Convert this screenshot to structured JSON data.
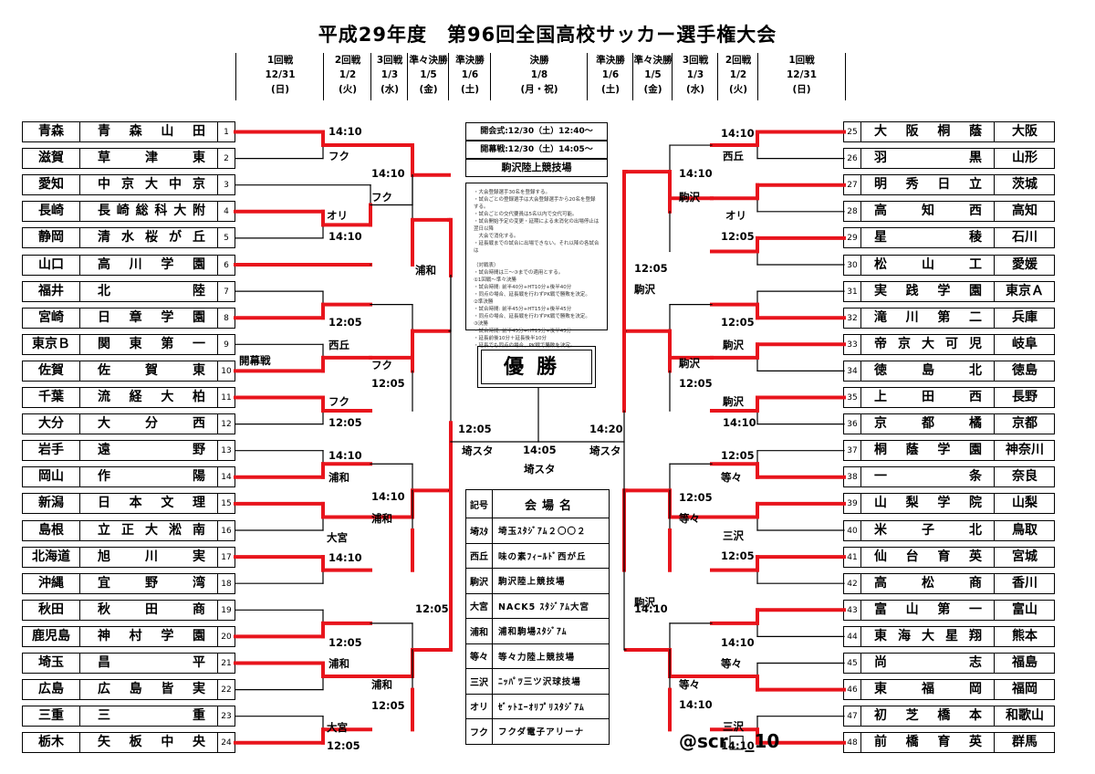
{
  "title": "平成29年度　第96回全国高校サッカー選手権大会",
  "rounds_left": [
    {
      "name": "1回戦",
      "date": "12/31",
      "day": "(日)"
    },
    {
      "name": "2回戦",
      "date": "1/2",
      "day": "(火)"
    },
    {
      "name": "3回戦",
      "date": "1/3",
      "day": "(水)"
    },
    {
      "name": "準々決勝",
      "date": "1/5",
      "day": "(金)"
    },
    {
      "name": "準決勝",
      "date": "1/6",
      "day": "(土)"
    },
    {
      "name": "決勝",
      "date": "1/8",
      "day": "(月・祝)"
    }
  ],
  "rounds_right": [
    {
      "name": "準決勝",
      "date": "1/6",
      "day": "(土)"
    },
    {
      "name": "準々決勝",
      "date": "1/5",
      "day": "(金)"
    },
    {
      "name": "3回戦",
      "date": "1/3",
      "day": "(水)"
    },
    {
      "name": "2回戦",
      "date": "1/2",
      "day": "(火)"
    },
    {
      "name": "1回戦",
      "date": "12/31",
      "day": "(日)"
    }
  ],
  "left_teams": [
    {
      "pref": "青森",
      "school": "青森山田",
      "no": "1"
    },
    {
      "pref": "滋賀",
      "school": "草津東",
      "no": "2"
    },
    {
      "pref": "愛知",
      "school": "中京大中京",
      "no": "3"
    },
    {
      "pref": "長崎",
      "school": "長崎総科大附",
      "no": "4"
    },
    {
      "pref": "静岡",
      "school": "清水桜が丘",
      "no": "5"
    },
    {
      "pref": "山口",
      "school": "高川学園",
      "no": "6"
    },
    {
      "pref": "福井",
      "school": "北陸",
      "no": "7"
    },
    {
      "pref": "宮崎",
      "school": "日章学園",
      "no": "8"
    },
    {
      "pref": "東京Ｂ",
      "school": "関東第一",
      "no": "9"
    },
    {
      "pref": "佐賀",
      "school": "佐賀東",
      "no": "10"
    },
    {
      "pref": "千葉",
      "school": "流経大柏",
      "no": "11"
    },
    {
      "pref": "大分",
      "school": "大分西",
      "no": "12"
    },
    {
      "pref": "岩手",
      "school": "遠野",
      "no": "13"
    },
    {
      "pref": "岡山",
      "school": "作陽",
      "no": "14"
    },
    {
      "pref": "新潟",
      "school": "日本文理",
      "no": "15"
    },
    {
      "pref": "島根",
      "school": "立正大淞南",
      "no": "16"
    },
    {
      "pref": "北海道",
      "school": "旭川実",
      "no": "17"
    },
    {
      "pref": "沖縄",
      "school": "宜野湾",
      "no": "18"
    },
    {
      "pref": "秋田",
      "school": "秋田商",
      "no": "19"
    },
    {
      "pref": "鹿児島",
      "school": "神村学園",
      "no": "20"
    },
    {
      "pref": "埼玉",
      "school": "昌平",
      "no": "21"
    },
    {
      "pref": "広島",
      "school": "広島皆実",
      "no": "22"
    },
    {
      "pref": "三重",
      "school": "三重",
      "no": "23"
    },
    {
      "pref": "栃木",
      "school": "矢板中央",
      "no": "24"
    }
  ],
  "right_teams": [
    {
      "no": "25",
      "school": "大阪桐蔭",
      "pref": "大阪"
    },
    {
      "no": "26",
      "school": "羽黒",
      "pref": "山形"
    },
    {
      "no": "27",
      "school": "明秀日立",
      "pref": "茨城"
    },
    {
      "no": "28",
      "school": "高知西",
      "pref": "高知"
    },
    {
      "no": "29",
      "school": "星稜",
      "pref": "石川"
    },
    {
      "no": "30",
      "school": "松山工",
      "pref": "愛媛"
    },
    {
      "no": "31",
      "school": "実践学園",
      "pref": "東京Ａ"
    },
    {
      "no": "32",
      "school": "滝川第二",
      "pref": "兵庫"
    },
    {
      "no": "33",
      "school": "帝京大可児",
      "pref": "岐阜"
    },
    {
      "no": "34",
      "school": "徳島北",
      "pref": "徳島"
    },
    {
      "no": "35",
      "school": "上田西",
      "pref": "長野"
    },
    {
      "no": "36",
      "school": "京都橘",
      "pref": "京都"
    },
    {
      "no": "37",
      "school": "桐蔭学園",
      "pref": "神奈川"
    },
    {
      "no": "38",
      "school": "一条",
      "pref": "奈良"
    },
    {
      "no": "39",
      "school": "山梨学院",
      "pref": "山梨"
    },
    {
      "no": "40",
      "school": "米子北",
      "pref": "鳥取"
    },
    {
      "no": "41",
      "school": "仙台育英",
      "pref": "宮城"
    },
    {
      "no": "42",
      "school": "高松商",
      "pref": "香川"
    },
    {
      "no": "43",
      "school": "富山第一",
      "pref": "富山"
    },
    {
      "no": "44",
      "school": "東海大星翔",
      "pref": "熊本"
    },
    {
      "no": "45",
      "school": "尚志",
      "pref": "福島"
    },
    {
      "no": "46",
      "school": "東福岡",
      "pref": "福岡"
    },
    {
      "no": "47",
      "school": "初芝橋本",
      "pref": "和歌山"
    },
    {
      "no": "48",
      "school": "前橋育英",
      "pref": "群馬"
    }
  ],
  "info": {
    "opening": "開会式:12/30（土）12:40～",
    "opening_match": "開幕戦:12/30（土）14:05～",
    "venue": "駒沢陸上競技場",
    "champion": "優勝",
    "final_time_left": "12:05",
    "final_time_right": "14:20",
    "final_venue_left": "埼スタ",
    "final_venue_right": "埼スタ",
    "final_time": "14:05",
    "final_venue": "埼スタ"
  },
  "rules_text": [
    "・大会登録選手30名を登録する。",
    "・試合ごとの登録選手は大会登録選手から20名を登録する。",
    "・試合ごとの交代要員は5名以内で交代可能。",
    "・試合開始予定の変更・延期による未消化の出場停止は翌日以降",
    "　大会で消化する。",
    "・延長戦までの試合に出場できない。それ以降の各試合は",
    "　",
    "（対戦表）",
    "・試合時間は三～③までの適用とする。",
    "①1回戦～準々決勝",
    "・試合時間: 前半40分+HT10分+後半40分",
    "・同点の場合、延長戦を行わずPK戦で勝敗を決定。",
    "②準決勝",
    "・試合時間: 前半45分+HT15分+後半45分",
    "・同点の場合、延長戦を行わずPK戦で勝敗を決定。",
    "③決勝",
    "・試合時間: 前半45分+HT15分+後半45分",
    "・延長前後10分＋延長後半10分",
    "・延長でも同点の場合、PK戦で勝敗を決定。"
  ],
  "venues_header": {
    "code": "記号",
    "name": "会場名"
  },
  "venues": [
    {
      "code": "埼ｽﾀ",
      "name": "埼玉ｽﾀｼﾞｱﾑ２〇〇２"
    },
    {
      "code": "西丘",
      "name": "味の素ﾌｨｰﾙﾄﾞ西が丘"
    },
    {
      "code": "駒沢",
      "name": "駒沢陸上競技場"
    },
    {
      "code": "大宮",
      "name": "NACK5 ｽﾀｼﾞｱﾑ大宮"
    },
    {
      "code": "浦和",
      "name": "浦和駒場ｽﾀｼﾞｱﾑ"
    },
    {
      "code": "等々",
      "name": "等々力陸上競技場"
    },
    {
      "code": "三沢",
      "name": "ﾆｯﾊﾟﾂ三ツ沢球技場"
    },
    {
      "code": "オリ",
      "name": "ｾﾞｯﾄｴｰｵﾘﾌﾟﾘｽﾀｼﾞｱﾑ"
    },
    {
      "code": "フク",
      "name": "フクダ電子アリーナ"
    }
  ],
  "match_labels_left": [
    {
      "text": "14:10"
    },
    {
      "text": "フク"
    },
    {
      "text": "14:10"
    },
    {
      "text": "フク"
    },
    {
      "text": "オリ"
    },
    {
      "text": "14:10"
    },
    {
      "text": "12:05"
    },
    {
      "text": "西丘"
    },
    {
      "text": "開幕戦"
    },
    {
      "text": "フク"
    },
    {
      "text": "12:05"
    },
    {
      "text": "フク"
    },
    {
      "text": "12:05"
    },
    {
      "text": "14:10"
    },
    {
      "text": "浦和"
    },
    {
      "text": "14:10"
    },
    {
      "text": "浦和"
    },
    {
      "text": "大宮"
    },
    {
      "text": "14:10"
    },
    {
      "text": "浦和"
    },
    {
      "text": "12:05"
    },
    {
      "text": "12:05"
    },
    {
      "text": "浦和"
    },
    {
      "text": "浦和"
    },
    {
      "text": "12:05"
    },
    {
      "text": "大宮"
    },
    {
      "text": "12:05"
    }
  ],
  "match_labels_right": [
    {
      "text": "14:10"
    },
    {
      "text": "西丘"
    },
    {
      "text": "14:10"
    },
    {
      "text": "駒沢"
    },
    {
      "text": "オリ"
    },
    {
      "text": "12:05"
    },
    {
      "text": "12:05"
    },
    {
      "text": "駒沢"
    },
    {
      "text": "12:05"
    },
    {
      "text": "駒沢"
    },
    {
      "text": "駒沢"
    },
    {
      "text": "12:05"
    },
    {
      "text": "駒沢"
    },
    {
      "text": "14:10"
    },
    {
      "text": "12:05"
    },
    {
      "text": "等々"
    },
    {
      "text": "12:05"
    },
    {
      "text": "等々"
    },
    {
      "text": "三沢"
    },
    {
      "text": "12:05"
    },
    {
      "text": "駒沢"
    },
    {
      "text": "14:10"
    },
    {
      "text": "14:10"
    },
    {
      "text": "等々"
    },
    {
      "text": "等々"
    },
    {
      "text": "14:10"
    },
    {
      "text": "三沢"
    },
    {
      "text": "14:10"
    }
  ],
  "watermark": "@scr□_10",
  "colors": {
    "winner_line": "#e8141c",
    "line": "#000000"
  }
}
